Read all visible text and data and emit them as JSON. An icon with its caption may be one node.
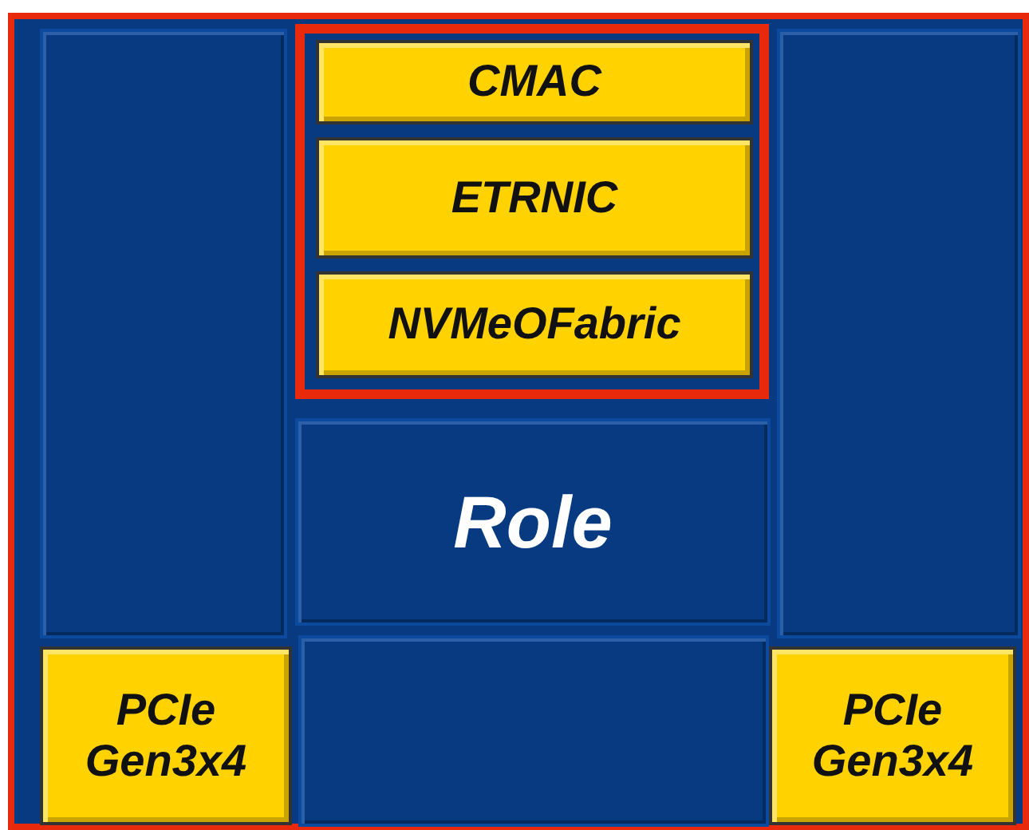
{
  "diagram": {
    "nodes": [
      {
        "text": [],
        "shape": "box"
      },
      {
        "text": [],
        "shape": "box",
        "in": 0
      },
      {
        "text": [],
        "shape": "box",
        "in": 0
      },
      {
        "text": [
          "CMAC"
        ],
        "in": 2
      },
      {
        "text": [
          "ETRNIC"
        ],
        "in": 2
      },
      {
        "text": [
          "NVMeOFabric"
        ],
        "in": 2
      },
      {
        "text": [],
        "shape": "box",
        "in": 0
      },
      {
        "text": [
          "Role"
        ],
        "in": 0
      },
      {
        "text": [
          "PCIe Gen3x4"
        ],
        "in": 0
      },
      {
        "text": [],
        "shape": "box",
        "in": 0
      },
      {
        "text": [
          "PCIe Gen3x4"
        ],
        "in": 0
      }
    ]
  }
}
